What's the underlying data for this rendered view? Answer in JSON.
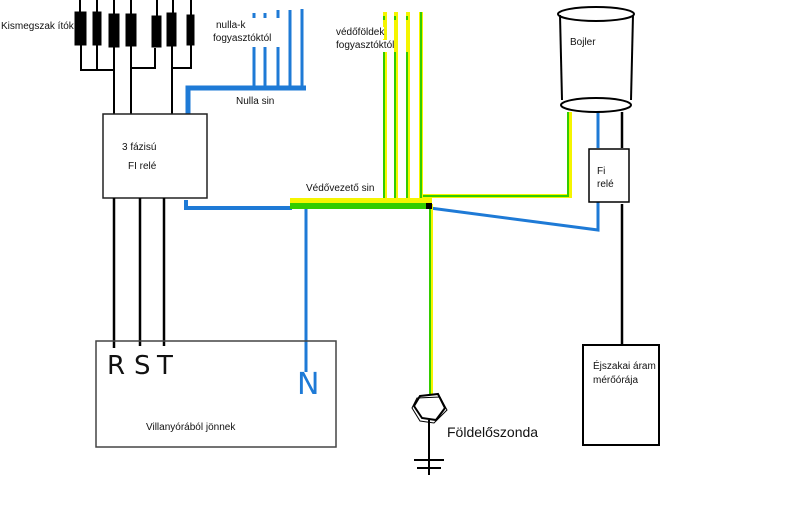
{
  "diagram": {
    "labels": {
      "circuit_breakers": "Kismegszak ítók",
      "neutrals_from_consumers": [
        "nulla-k",
        "fogyasztóktól"
      ],
      "neutral_bar": "Nulla sin",
      "earths_from_consumers": [
        "védőföldek",
        "fogyasztóktól"
      ],
      "boiler": "Bojler",
      "three_phase_rcd": [
        "3 fázisú",
        "FI relé"
      ],
      "protective_bar": "Védővezető sin",
      "rcd": [
        "Fi",
        "relé"
      ],
      "phase_r": "R",
      "phase_s": "S",
      "phase_t": "T",
      "neutral_n": "N",
      "from_meter": "Villanyórából jönnek",
      "earth_probe": "Földelőszonda",
      "night_meter": [
        "Éjszakai áram",
        "mérőórája"
      ]
    },
    "colors": {
      "phase_wire": "#000000",
      "neutral_wire": "#1e7ad6",
      "earth_wire_green": "#33cc00",
      "earth_wire_yellow": "#f5f500",
      "box_stroke": "#333333"
    }
  }
}
